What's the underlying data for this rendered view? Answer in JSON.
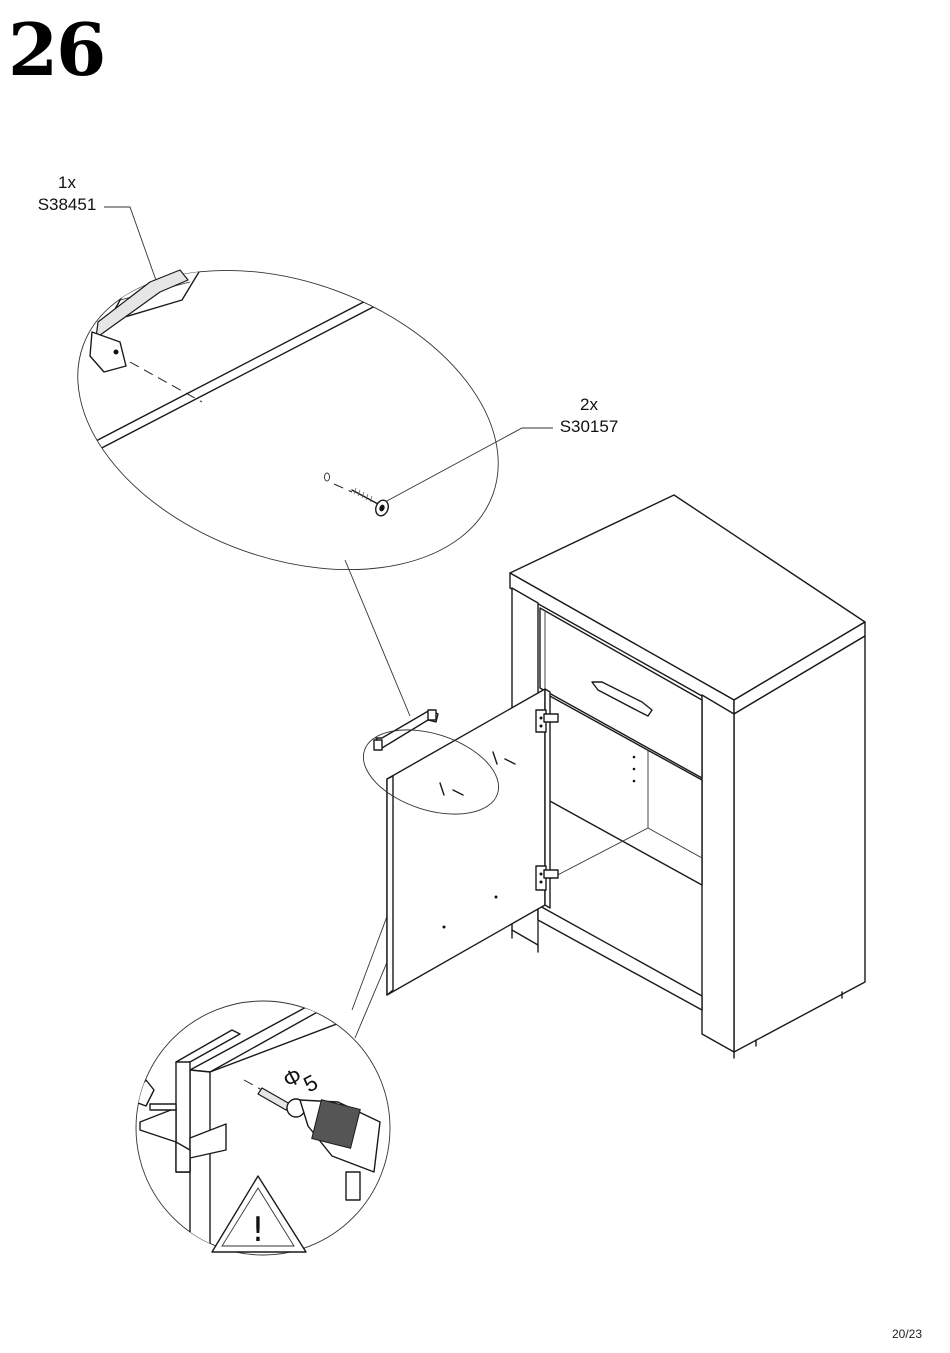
{
  "step": {
    "number": "26"
  },
  "parts": [
    {
      "quantity": "1x",
      "code": "S38451",
      "icon": "handle-icon"
    },
    {
      "quantity": "2x",
      "code": "S30157",
      "icon": "screw-icon"
    }
  ],
  "drill": {
    "diameter_symbol": "Φ",
    "diameter_value": "5"
  },
  "warning": {
    "icon": "warning-triangle-icon",
    "symbol": "!"
  },
  "footer": {
    "page": "20/23"
  }
}
